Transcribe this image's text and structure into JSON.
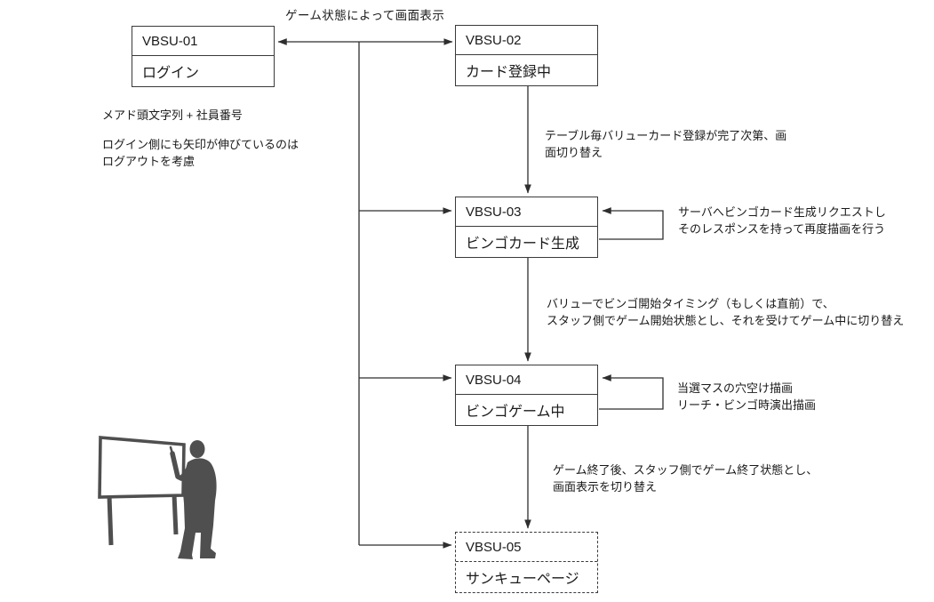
{
  "diagram": {
    "title": "ゲーム状態によって画面表示",
    "nodes": [
      {
        "id": "VBSU-01",
        "label": "ログイン"
      },
      {
        "id": "VBSU-02",
        "label": "カード登録中"
      },
      {
        "id": "VBSU-03",
        "label": "ビンゴカード生成"
      },
      {
        "id": "VBSU-04",
        "label": "ビンゴゲーム中"
      },
      {
        "id": "VBSU-05",
        "label": "サンキューページ"
      }
    ],
    "annotations": {
      "login_hint": "メアド頭文字列 + 社員番号",
      "logout_note": "ログイン側にも矢印が伸びているのは\nログアウトを考慮",
      "register_to_generate": "テーブル毎バリューカード登録が完了次第、画\n面切り替え",
      "generate_loop": "サーバへビンゴカード生成リクエストし\nそのレスポンスを持って再度描画を行う",
      "generate_to_game": "バリューでビンゴ開始タイミング（もしくは直前）で、\nスタッフ側でゲーム開始状態とし、それを受けてゲーム中に切り替え",
      "game_loop": "当選マスの穴空け描画\nリーチ・ビンゴ時演出描画",
      "game_to_thanks": "ゲーム終了後、スタッフ側でゲーム終了状態とし、\n画面表示を切り替え"
    },
    "edges": [
      {
        "from": "VBSU-01",
        "to": "VBSU-02",
        "type": "bidirectional"
      },
      {
        "from": "VBSU-02",
        "to": "VBSU-03",
        "type": "down-arrow"
      },
      {
        "from": "VBSU-03",
        "to": "VBSU-04",
        "type": "down-arrow"
      },
      {
        "from": "VBSU-04",
        "to": "VBSU-05",
        "type": "down-arrow"
      },
      {
        "from": "trunk",
        "to": "VBSU-03",
        "type": "branch-arrow"
      },
      {
        "from": "trunk",
        "to": "VBSU-04",
        "type": "branch-arrow"
      },
      {
        "from": "trunk",
        "to": "VBSU-05",
        "type": "branch-arrow"
      },
      {
        "from": "VBSU-03",
        "to": "VBSU-03",
        "type": "self-loop"
      },
      {
        "from": "VBSU-04",
        "to": "VBSU-04",
        "type": "self-loop"
      }
    ],
    "illustration": "presenter-at-whiteboard-silhouette",
    "colors": {
      "background": "#ffffff",
      "line": "#2e2e2e",
      "box_border": "#3a3a3a",
      "text": "#1a1a1a",
      "silhouette": "#4f4f4f"
    }
  }
}
